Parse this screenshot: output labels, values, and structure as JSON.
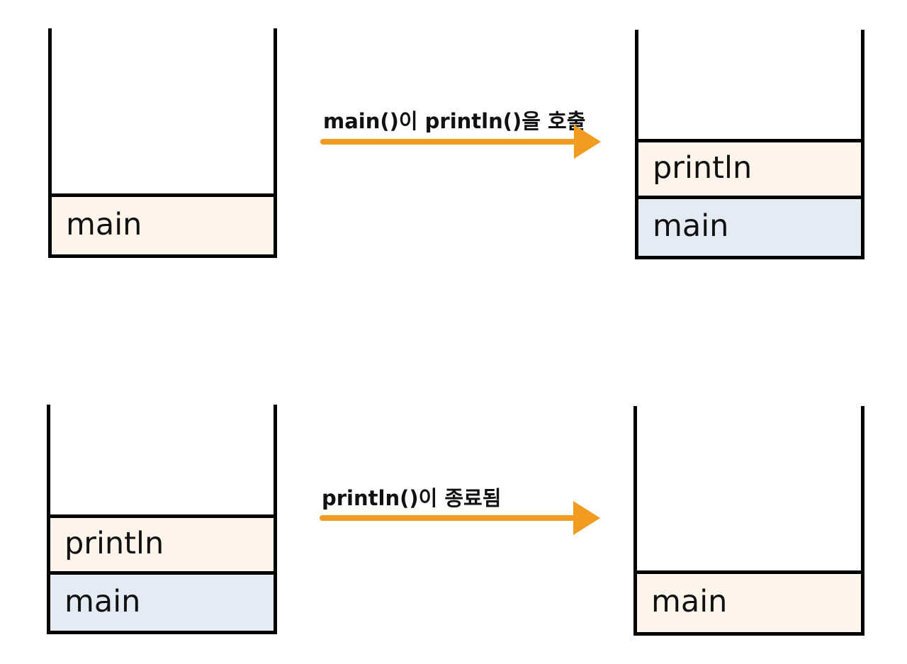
{
  "colors": {
    "frame_top": "#fdf5ec",
    "frame_lower": "#e5ebf3",
    "arrow": "#f29b21",
    "outline": "#000000"
  },
  "transitions": [
    {
      "caption": "main()이 println()을 호출",
      "before": [
        "main"
      ],
      "after": [
        "println",
        "main"
      ]
    },
    {
      "caption": "println()이 종료됨",
      "before": [
        "println",
        "main"
      ],
      "after": [
        "main"
      ]
    }
  ]
}
